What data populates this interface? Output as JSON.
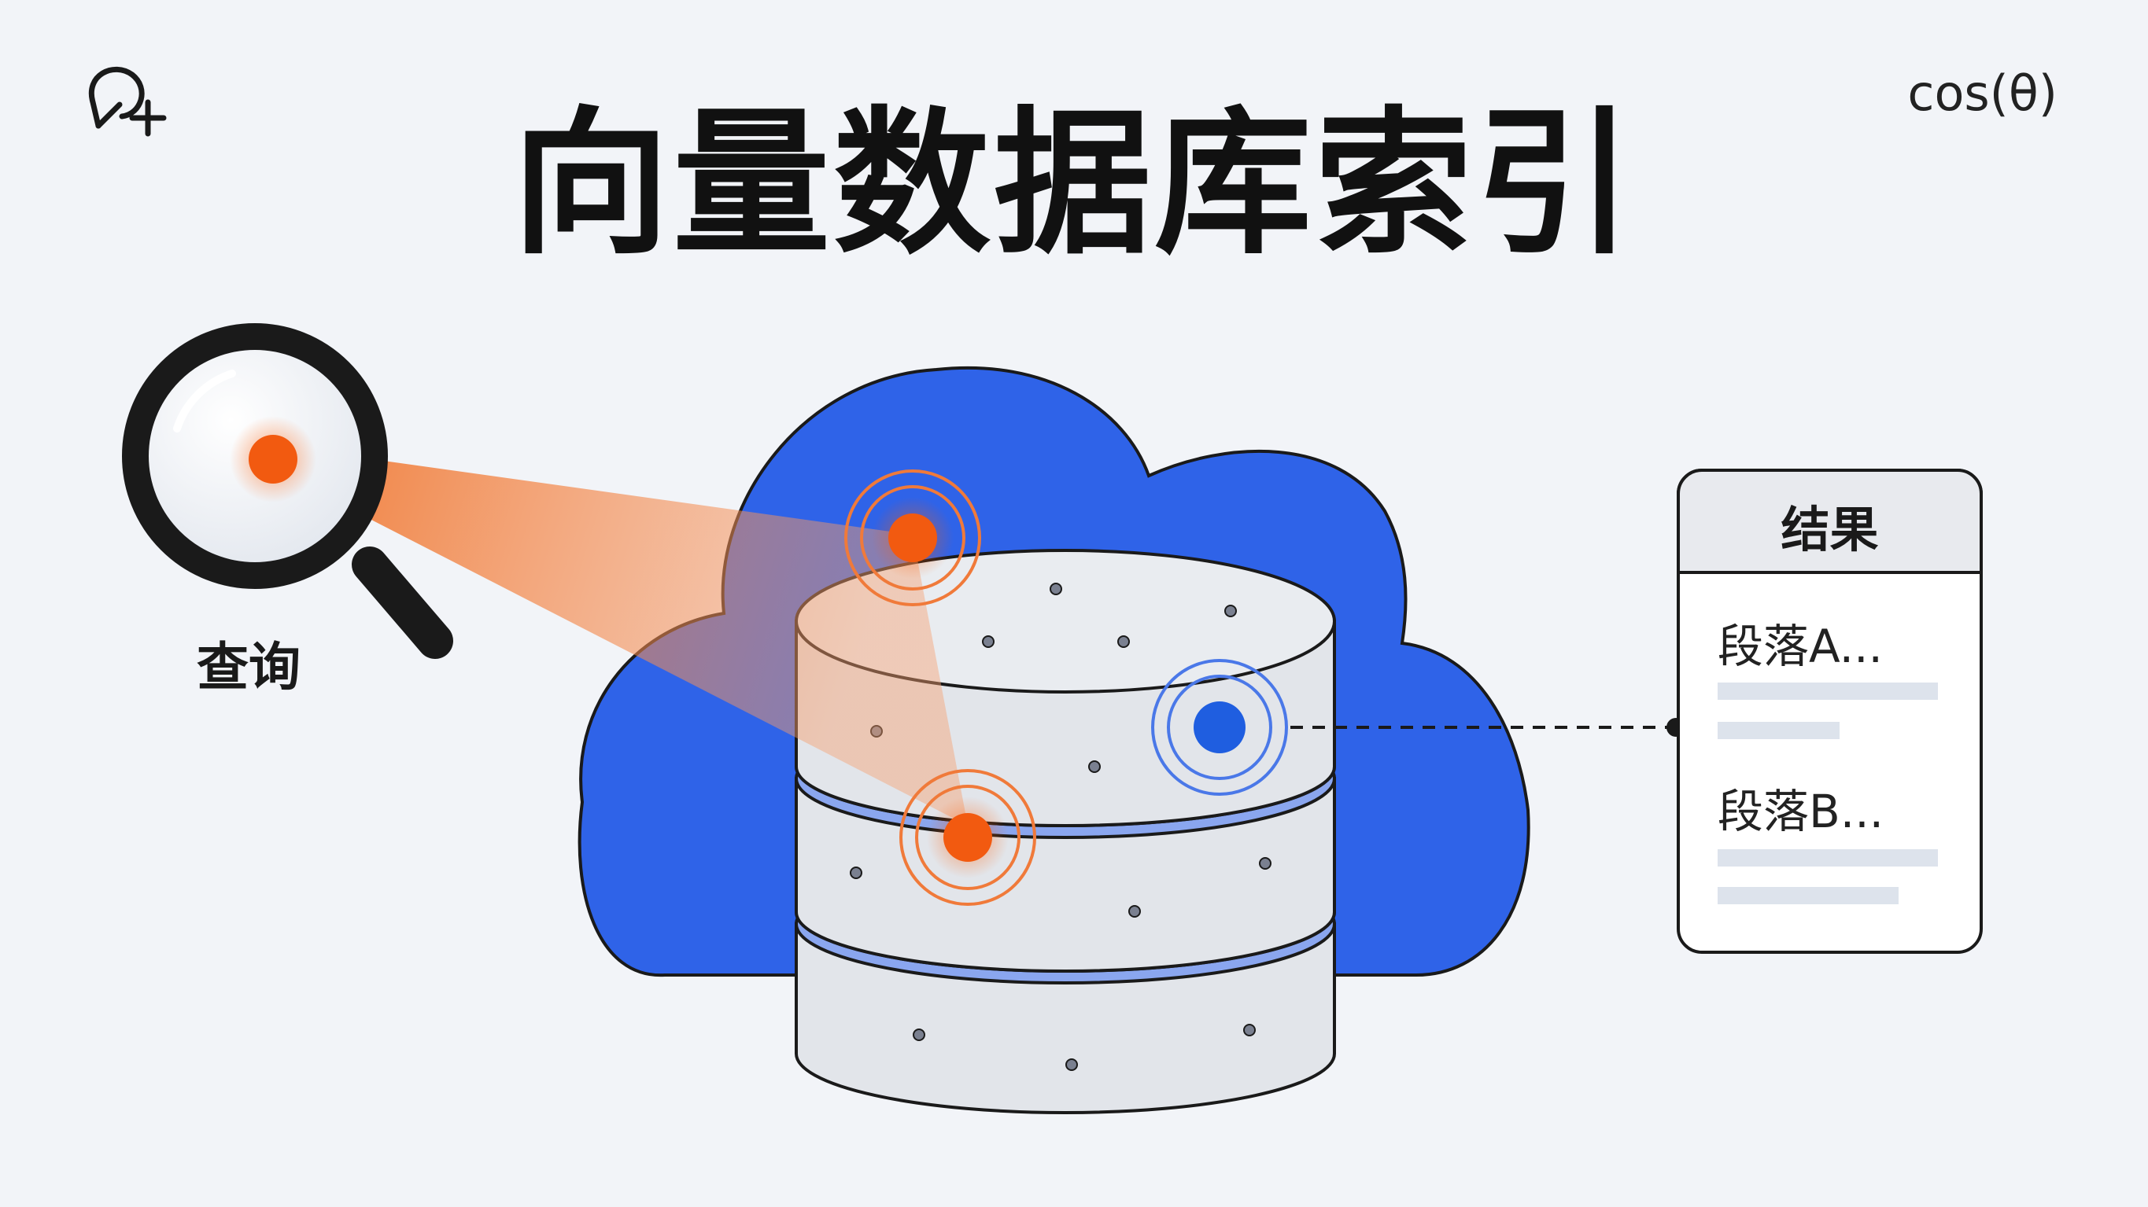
{
  "title": "向量数据库索引",
  "formula": "cos(θ)",
  "logo_icon": "graph-plus-icon",
  "query": {
    "label": "查询",
    "icon": "magnifier-icon"
  },
  "results": {
    "header": "结果",
    "items": [
      "段落A...",
      "段落B..."
    ]
  },
  "colors": {
    "query_orange": "#f26a1b",
    "cloud_blue": "#2f63e8",
    "match_blue": "#1f5ee0",
    "disk_gray": "#e2e5ea",
    "ring_blue": "#8aa6ef",
    "outline": "#1a1a1a"
  }
}
